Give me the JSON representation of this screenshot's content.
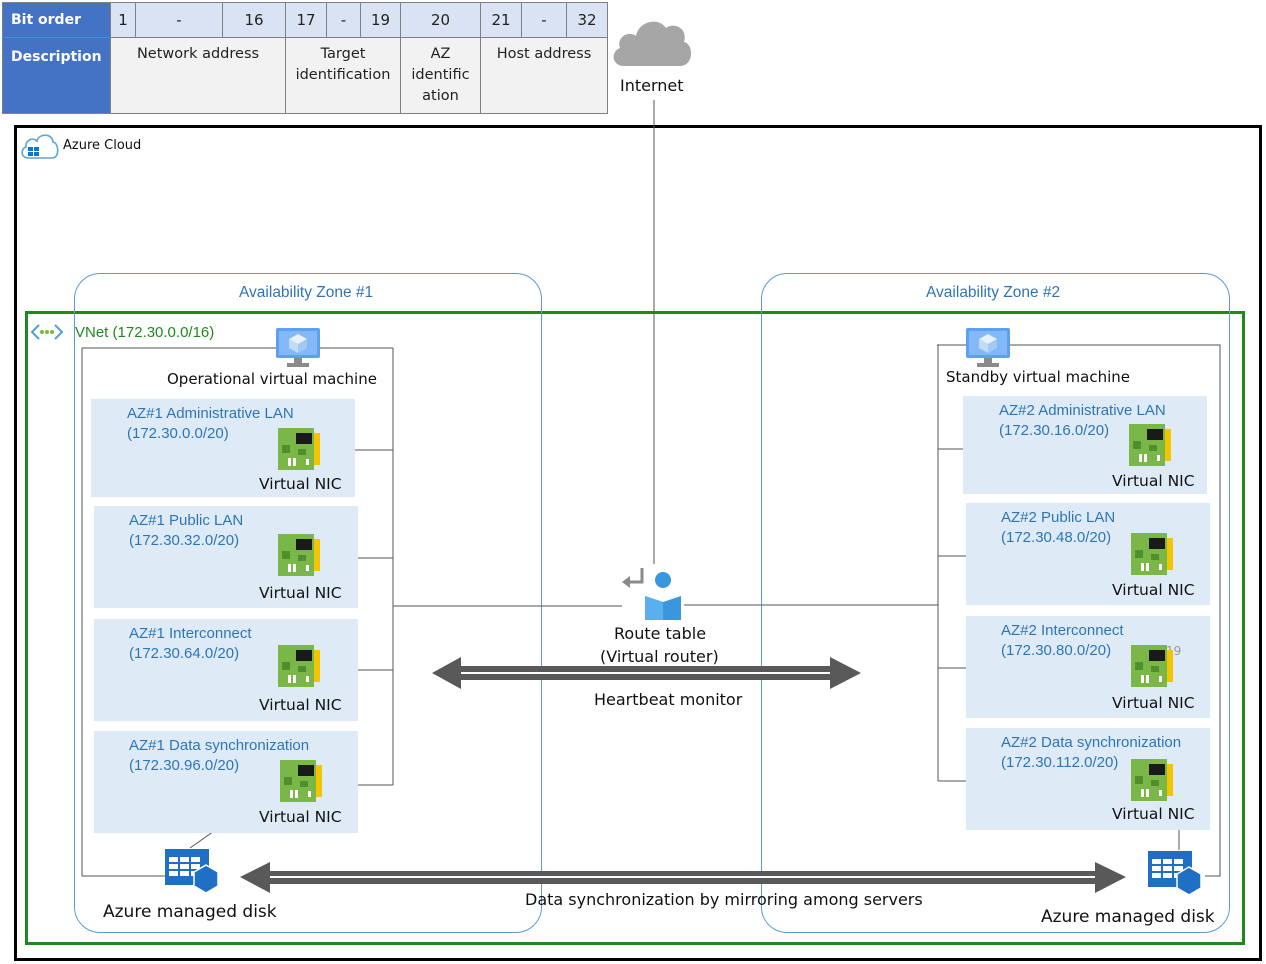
{
  "bit_table": {
    "header_bit_order": "Bit order",
    "header_description": "Description",
    "bits": [
      "1",
      "-",
      "16",
      "17",
      "-",
      "19",
      "20",
      "21",
      "-",
      "32"
    ],
    "descriptions": [
      {
        "lines": [
          "Network address"
        ]
      },
      {
        "lines": [
          "Target",
          "identification"
        ]
      },
      {
        "lines": [
          "AZ",
          "identific",
          "ation"
        ]
      },
      {
        "lines": [
          "Host address"
        ]
      }
    ]
  },
  "internet": {
    "label": "Internet"
  },
  "azure_cloud": {
    "label": "Azure Cloud"
  },
  "vnet": {
    "label": "VNet (172.30.0.0/16)"
  },
  "zones": [
    {
      "label": "Availability Zone #1"
    },
    {
      "label": "Availability Zone #2"
    }
  ],
  "vm1": {
    "label": "Operational virtual machine"
  },
  "vm2": {
    "label": "Standby virtual machine"
  },
  "az1_subnets": [
    {
      "name": "AZ#1 Administrative LAN",
      "cidr": "(172.30.0.0/20)",
      "nic": "Virtual NIC"
    },
    {
      "name": "AZ#1 Public LAN",
      "cidr": "(172.30.32.0/20)",
      "nic": "Virtual NIC"
    },
    {
      "name": "AZ#1 Interconnect",
      "cidr": "(172.30.64.0/20)",
      "nic": "Virtual NIC"
    },
    {
      "name": "AZ#1 Data synchronization",
      "cidr": "(172.30.96.0/20)",
      "nic": "Virtual NIC"
    }
  ],
  "az2_subnets": [
    {
      "name": "AZ#2 Administrative LAN",
      "cidr": "(172.30.16.0/20)",
      "nic": "Virtual NIC"
    },
    {
      "name": "AZ#2 Public LAN",
      "cidr": "(172.30.48.0/20)",
      "nic": "Virtual NIC"
    },
    {
      "name": "AZ#2 Interconnect",
      "cidr": "(172.30.80.0/20)",
      "nic": "Virtual NIC",
      "stray": "19"
    },
    {
      "name": "AZ#2 Data synchronization",
      "cidr": "(172.30.112.0/20)",
      "nic": "Virtual NIC"
    }
  ],
  "route_table": {
    "line1": "Route table",
    "line2": "(Virtual router)"
  },
  "heartbeat": {
    "label": "Heartbeat monitor"
  },
  "disk1": {
    "label": "Azure managed disk"
  },
  "disk2": {
    "label": "Azure managed disk"
  },
  "mirroring": {
    "label": "Data synchronization by mirroring among servers"
  },
  "colors": {
    "table_header": "#4472c4",
    "table_bits": "#dae3f3",
    "table_desc": "#f2f2f2",
    "vnet_border": "#1e8a1e",
    "zone_border": "#5b9bd5",
    "subnet_fill": "#deebf7",
    "subnet_text": "#2e75b6",
    "nic_green": "#7ab648",
    "cloud_gray": "#a6a6a6"
  }
}
